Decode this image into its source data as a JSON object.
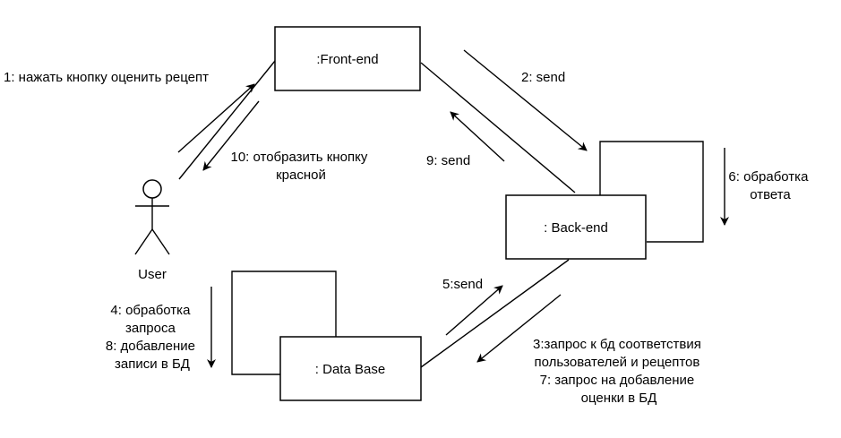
{
  "nodes": {
    "frontend": ":Front-end",
    "backend": ": Back-end",
    "database": ": Data Base",
    "user": "User"
  },
  "messages": {
    "m1": "1: нажать кнопку оценить рецепт",
    "m10": [
      "10: отобразить кнопку",
      "красной"
    ],
    "m2": "2: send",
    "m9": "9: send",
    "m6": [
      "6: обработка",
      "ответа"
    ],
    "m5": "5:send",
    "m3": [
      "3:запрос к бд соответствия",
      "пользователей и рецептов",
      "7: запрос на добавление",
      "оценки в БД"
    ],
    "m4": [
      "4: обработка",
      "запроса",
      "8: добавление",
      "записи в БД"
    ]
  }
}
